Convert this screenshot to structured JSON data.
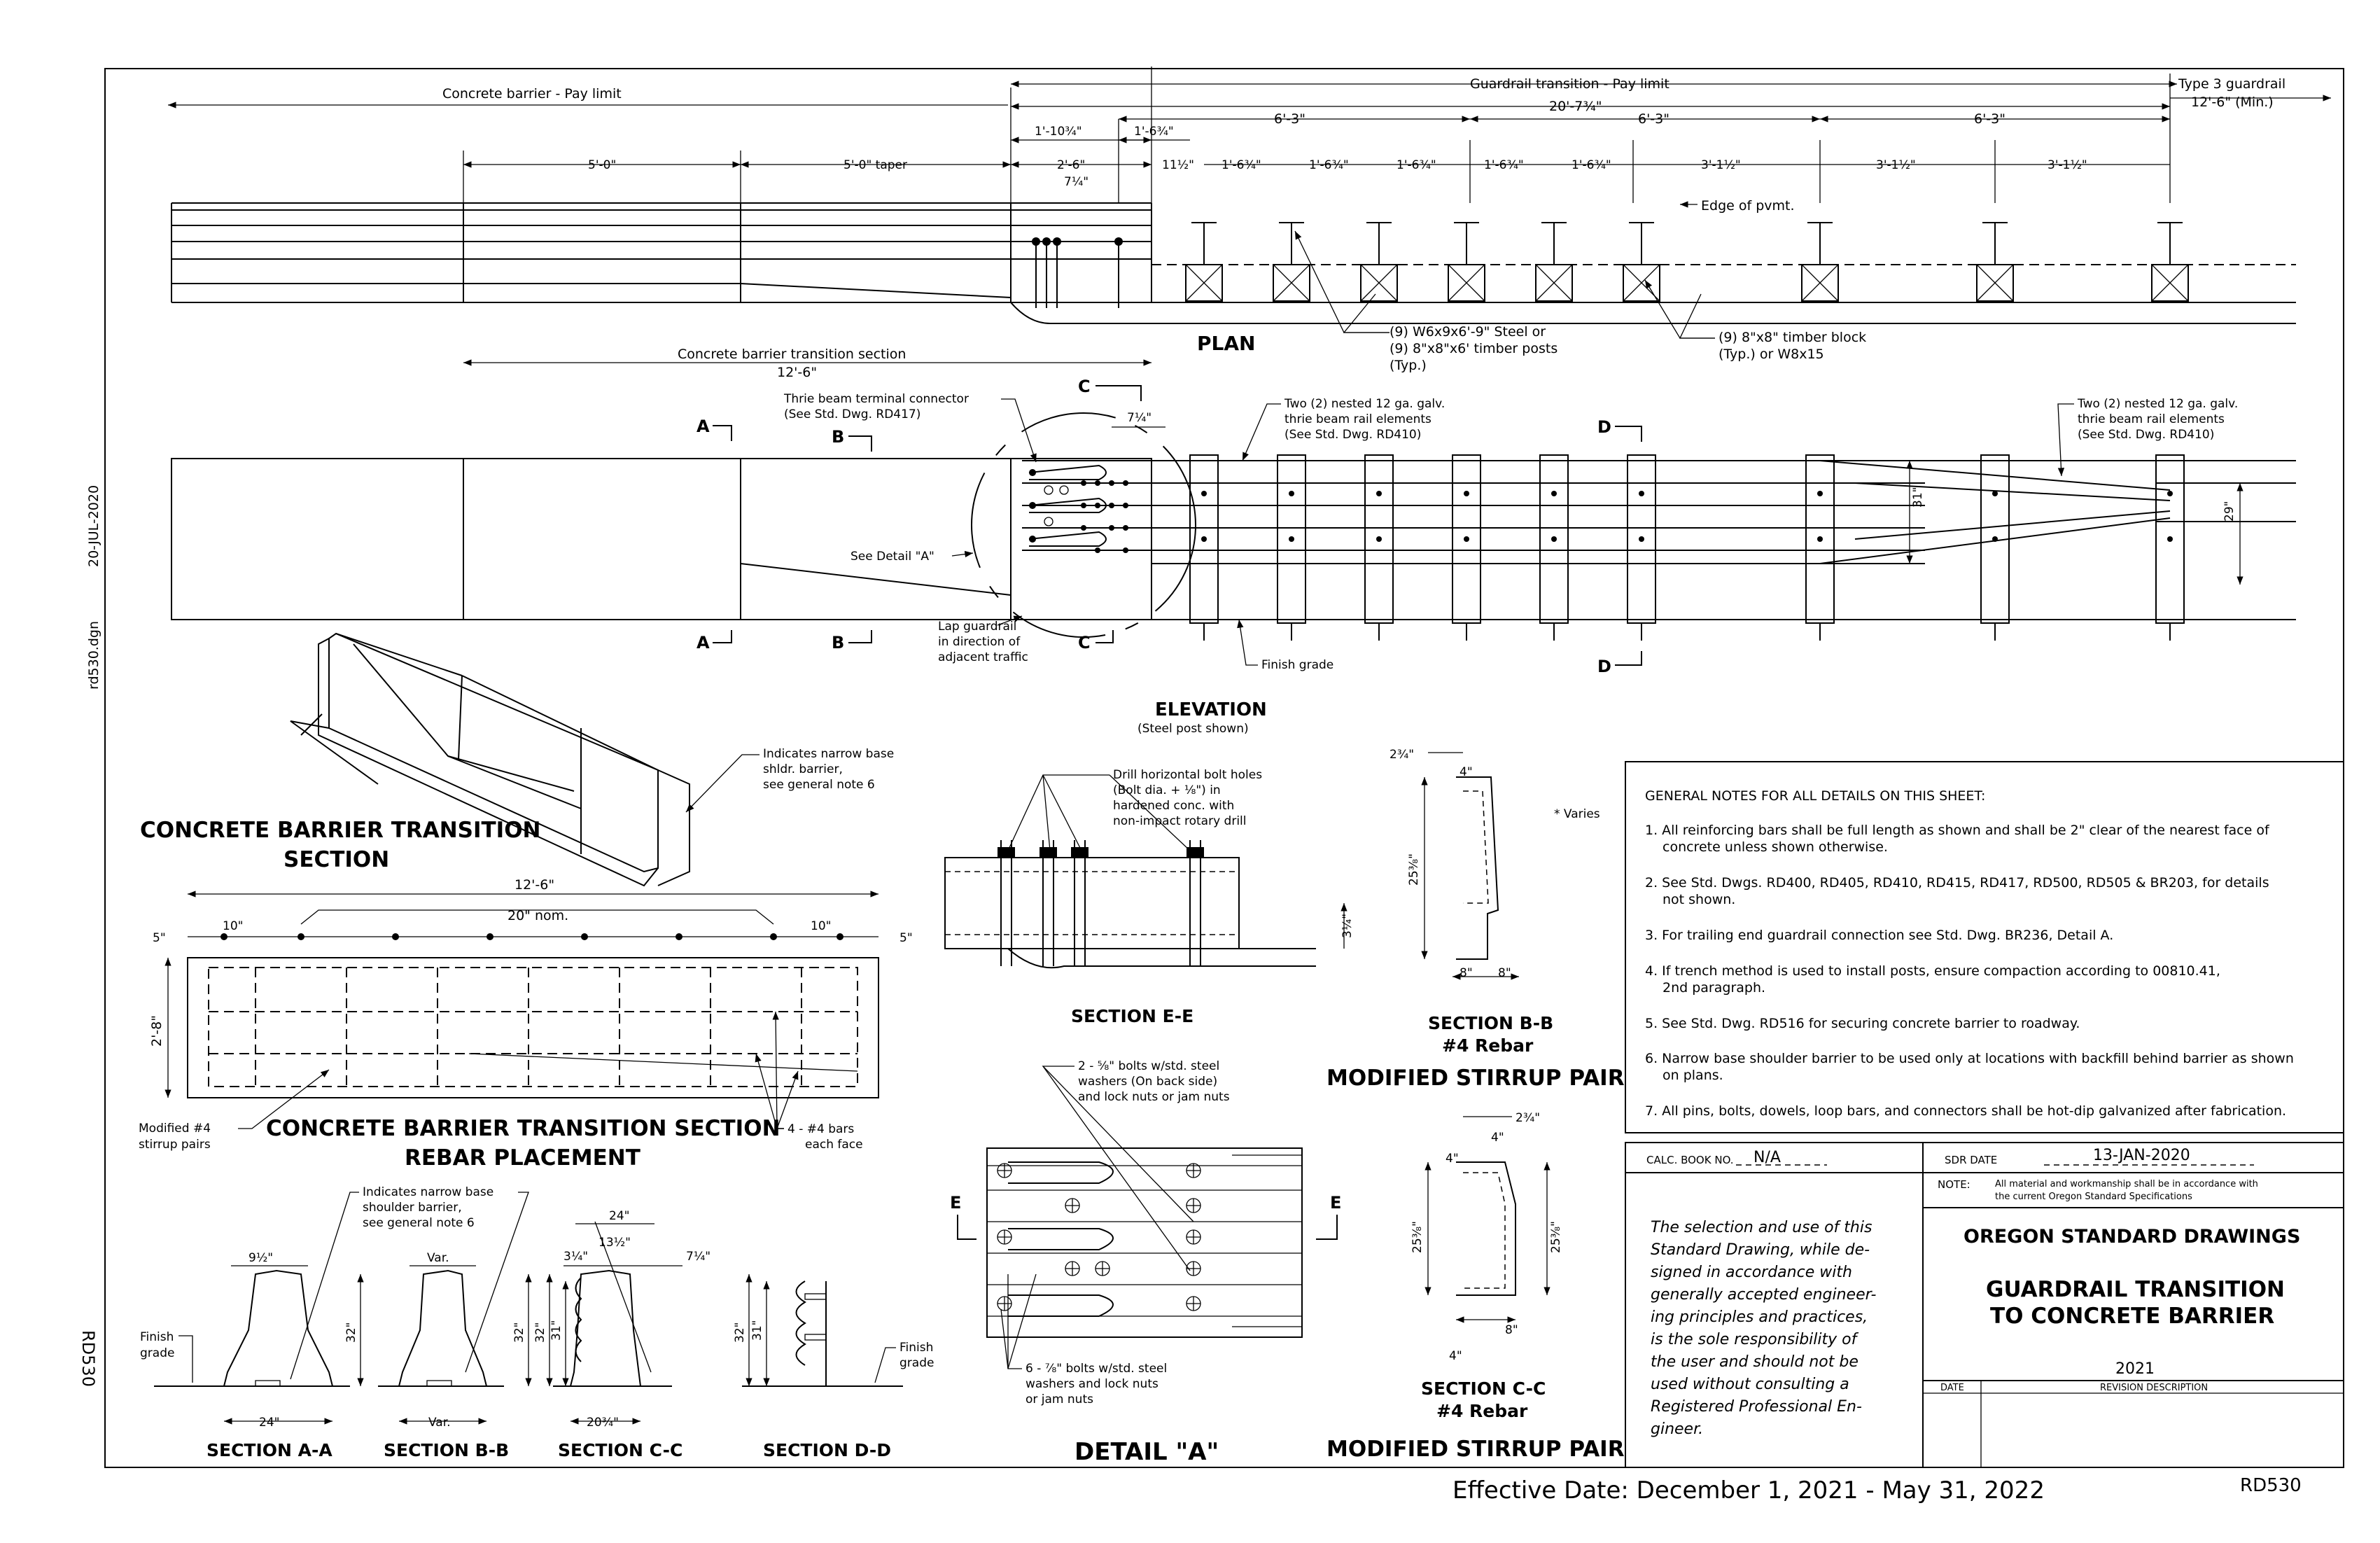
{
  "side_labels": {
    "date": "20-JUL-2020",
    "file": "rd530.dgn",
    "code": "RD530"
  },
  "plan": {
    "title": "PLAN",
    "top_labels": {
      "concrete_pay": "Concrete barrier - Pay limit",
      "guardrail_pay": "Guardrail transition - Pay limit",
      "guardrail_total": "20'-7¾\"",
      "type3": "Type 3 guardrail",
      "type3_min": "12'-6\" (Min.)"
    },
    "dims": {
      "d_5_0": "5'-0\"",
      "d_taper": "5'-0\" taper",
      "d_1_10": "1'-10¾\"",
      "d_1_6a": "1'-6¾\"",
      "d_6_3a": "6'-3\"",
      "d_6_3b": "6'-3\"",
      "d_6_3c": "6'-3\"",
      "d_2_6": "2'-6\"",
      "d_7q": "7¼\"",
      "d_11h": "11½\"",
      "s1": "1'-6¾\"",
      "s2": "1'-6¾\"",
      "s3": "1'-6¾\"",
      "s4": "1'-6¾\"",
      "s5": "1'-6¾\"",
      "s6": "3'-1½\"",
      "s7": "3'-1½\"",
      "s8": "3'-1½\""
    },
    "callouts": {
      "edge": "Edge of pvmt.",
      "posts_1": "(9) W6x9x6'-9\" Steel or",
      "posts_2": "(9) 8\"x8\"x6' timber posts",
      "posts_3": "(Typ.)",
      "block_1": "(9)  8\"x8\" timber block",
      "block_2": "(Typ.) or W8x15"
    }
  },
  "elevation": {
    "title": "ELEVATION",
    "subtitle": "(Steel post shown)",
    "labels": {
      "transition": "Concrete barrier transition section",
      "transition_len": "12'-6\"",
      "thrie_conn_1": "Thrie beam terminal connector",
      "thrie_conn_2": "(See Std. Dwg. RD417)",
      "nested_a1": "Two (2) nested 12 ga. galv.",
      "nested_a2": "thrie beam rail elements",
      "nested_a3": "(See Std. Dwg. RD410)",
      "nested_b1": "Two (2) nested 12 ga. galv.",
      "nested_b2": "thrie beam rail elements",
      "nested_b3": "(See Std. Dwg. RD410)",
      "see_detail": "See Detail \"A\"",
      "lap_1": "Lap guardrail",
      "lap_2": "in direction of",
      "lap_3": "adjacent traffic",
      "finish": "Finish grade",
      "h31": "31\"",
      "h29": "29\"",
      "d7q": "7¼\"",
      "mark_a": "A",
      "mark_b": "B",
      "mark_c": "C",
      "mark_d": "D"
    }
  },
  "iso": {
    "title_1": "CONCRETE BARRIER TRANSITION",
    "title_2": "SECTION",
    "note_1": "Indicates narrow base",
    "note_2": "shldr. barrier,",
    "note_3": "see general note 6"
  },
  "rebar": {
    "title_1": "CONCRETE BARRIER TRANSITION SECTION",
    "title_2": "REBAR PLACEMENT",
    "dim_total": "12'-6\"",
    "dim_20": "20\" nom.",
    "dim_10a": "10\"",
    "dim_10b": "10\"",
    "dim_5a": "5\"",
    "dim_5b": "5\"",
    "dim_h": "2'-8\"",
    "stirrup_1": "Modified #4",
    "stirrup_2": "stirrup pairs",
    "bars_1": "4 - #4 bars",
    "bars_2": "each face"
  },
  "sections_small": {
    "note_1": "Indicates narrow base",
    "note_2": "shoulder barrier,",
    "note_3": "see general note 6",
    "a_top": "9½\"",
    "a_h": "32\"",
    "a_base": "24\"",
    "a_title": "SECTION A-A",
    "b_top": "Var.",
    "b_h": "32\"",
    "b_base": "Var.",
    "b_title": "SECTION B-B",
    "c_top1": "3¼\"",
    "c_top2": "13½\"",
    "c_top3": "7¼\"",
    "c_top0": "24\"",
    "c_h1": "32\"",
    "c_h2": "31\"",
    "c_base": "20¾\"",
    "c_title": "SECTION C-C",
    "d_h1": "32\"",
    "d_h2": "31\"",
    "d_title": "SECTION D-D",
    "finish_1": "Finish",
    "finish_2": "grade"
  },
  "section_ee": {
    "title": "SECTION E-E",
    "note_1": "Drill horizontal bolt holes",
    "note_2": "(Bolt dia. + ⅛\") in",
    "note_3": "hardened conc. with",
    "note_4": "non-impact rotary drill",
    "dim": "3¼\""
  },
  "detail_a": {
    "title": "DETAIL \"A\"",
    "bolts_a1": "2 - ⅝\" bolts w/std. steel",
    "bolts_a2": "washers (On back side)",
    "bolts_a3": "and lock nuts or jam nuts",
    "bolts_b1": "6 - ⅞\" bolts w/std. steel",
    "bolts_b2": "washers and lock nuts",
    "bolts_b3": "or jam nuts",
    "mark_e": "E"
  },
  "stirrup_bb": {
    "varies": "* Varies",
    "d_top": "2¾\"",
    "d_4": "4\"",
    "d_h": "25⅜\"",
    "d_8a": "8\"",
    "d_8b": "8\"",
    "title_1": "SECTION B-B",
    "title_2": "#4 Rebar",
    "title_3": "MODIFIED STIRRUP PAIR"
  },
  "stirrup_cc": {
    "d_top": "2¾\"",
    "d_4a": "4\"",
    "d_4b": "4\"",
    "d_4c": "4\"",
    "d_h1": "25⅜\"",
    "d_h2": "25⅜\"",
    "d_8": "8\"",
    "title_1": "SECTION C-C",
    "title_2": "#4 Rebar",
    "title_3": "MODIFIED STIRRUP PAIR"
  },
  "notes": {
    "heading": "GENERAL NOTES FOR ALL DETAILS ON THIS SHEET:",
    "n1a": "1. All reinforcing bars shall be full length as shown and shall be 2\" clear of the nearest face of",
    "n1b": "concrete unless shown otherwise.",
    "n2a": "2. See Std. Dwgs. RD400, RD405, RD410, RD415, RD417,  RD500, RD505 & BR203, for details",
    "n2b": "not shown.",
    "n3": "3. For trailing end guardrail connection see Std. Dwg. BR236, Detail A.",
    "n4a": "4. If trench method is used to install posts, ensure compaction according to 00810.41,",
    "n4b": "2nd paragraph.",
    "n5": "5. See Std. Dwg. RD516 for securing concrete barrier to roadway.",
    "n6a": "6. Narrow base shoulder barrier to be used only at locations with backfill behind barrier as shown",
    "n6b": "on plans.",
    "n7": "7. All pins, bolts, dowels, loop bars, and connectors shall be hot-dip galvanized after fabrication."
  },
  "title_block": {
    "calc_label": "CALC. BOOK NO.",
    "calc_value": "N/A",
    "sdr_label": "SDR DATE",
    "sdr_value": "13-JAN-2020",
    "note_label": "NOTE:",
    "note_1": "All material and workmanship shall be in accordance with",
    "note_2": "the current Oregon Standard Specifications",
    "disclaimer": [
      "The selection and use of this",
      "Standard Drawing, while de-",
      "signed in accordance with",
      "generally accepted engineer-",
      "ing principles and practices,",
      "is the sole responsibility of",
      "the user and should  not be",
      "used without consulting a",
      "Registered Professional En-",
      "gineer."
    ],
    "agency": "OREGON STANDARD DRAWINGS",
    "title_1": "GUARDRAIL TRANSITION",
    "title_2": "TO CONCRETE BARRIER",
    "year": "2021",
    "date_col": "DATE",
    "rev_col": "REVISION DESCRIPTION"
  },
  "footer": {
    "effective": "Effective Date: December 1, 2021 - May 31, 2022",
    "code": "RD530"
  }
}
